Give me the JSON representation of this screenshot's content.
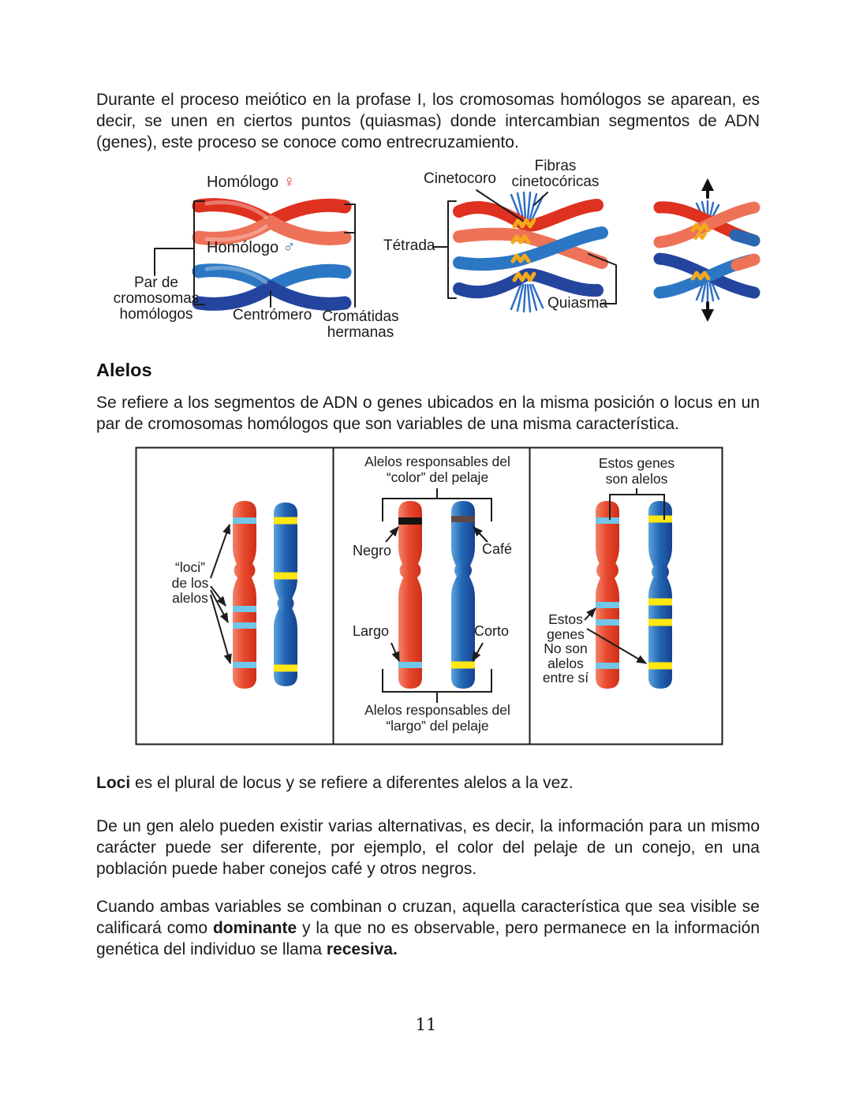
{
  "palette": {
    "red_dark": "#DF3120",
    "red_mid": "#E74A2E",
    "salmon": "#EE7258",
    "blue_dark": "#24459E",
    "blue_mid": "#2C77C4",
    "blue_deep": "#16418F",
    "band_blue": "#72C6E8",
    "band_yellow": "#FFE712",
    "band_black": "#141414",
    "band_brown": "#63453C",
    "kinetochore_yellow": "#F4A81C",
    "fiber_blue": "#2F6FC5",
    "text": "#1B1B1B"
  },
  "intro": {
    "text": "Durante el proceso meiótico en la profase I, los cromosomas homólogos se aparean, es decir, se unen en ciertos puntos (quiasmas) donde intercambian segmentos de ADN (genes), este proceso se conoce como entrecruzamiento."
  },
  "diagram1": {
    "homolog_female": "Homólogo",
    "female_symbol": "♀",
    "homolog_male": "Homólogo",
    "male_symbol": "♂",
    "pair_label": "Par de\ncromosomas\nhomólogos",
    "centromere": "Centrómero",
    "chromatids": "Cromátidas\nhermanas"
  },
  "diagram2": {
    "kinetochore": "Cinetocoro",
    "fibers": "Fibras\ncinetocóricas",
    "tetrad": "Tétrada",
    "chiasma": "Quiasma"
  },
  "alelos": {
    "heading": "Alelos",
    "body": "Se refiere a los segmentos de ADN o genes ubicados en la misma posición o locus en un par de cromosomas homólogos que son variables de una misma característica."
  },
  "figure": {
    "panel1": {
      "loci": "“loci”\nde los\nalelos"
    },
    "panel2": {
      "title_top": "Alelos responsables del\n“color” del pelaje",
      "negro": "Negro",
      "cafe": "Café",
      "largo": "Largo",
      "corto": "Corto",
      "title_bottom": "Alelos responsables del\n“largo” del pelaje"
    },
    "panel3": {
      "title_top": "Estos genes\nson alelos",
      "side": "Estos\ngenes\nNo son\nalelos\nentre sí"
    }
  },
  "loci_par": {
    "bold": "Loci",
    "rest": " es el plural de locus y se refiere a diferentes alelos a la vez."
  },
  "gen_par": {
    "text": "De un gen alelo pueden existir varias alternativas, es decir, la información para un mismo carácter puede ser diferente, por ejemplo, el color del pelaje de un conejo, en una población puede haber conejos café y otros negros."
  },
  "dom_par": {
    "p1": "Cuando ambas variables se combinan o cruzan, aquella característica que sea visible se calificará como ",
    "b1": "dominante",
    "p2": " y la que no es observable, pero permanece en la información genética del individuo se llama ",
    "b2": "recesiva."
  },
  "footer": {
    "page_number": "11"
  }
}
